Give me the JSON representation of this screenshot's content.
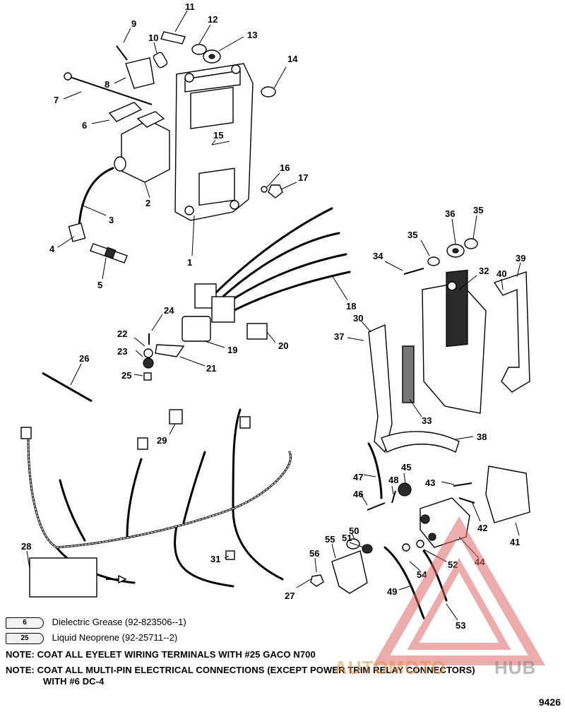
{
  "diagram": {
    "labels": [
      "1",
      "2",
      "3",
      "4",
      "5",
      "6",
      "7",
      "8",
      "9",
      "10",
      "11",
      "12",
      "13",
      "14",
      "15",
      "16",
      "17",
      "18",
      "19",
      "20",
      "21",
      "22",
      "23",
      "24",
      "25",
      "26",
      "27",
      "28",
      "29",
      "30",
      "31",
      "32",
      "33",
      "34",
      "35",
      "35",
      "36",
      "37",
      "38",
      "39",
      "40",
      "41",
      "42",
      "43",
      "44",
      "45",
      "46",
      "47",
      "48",
      "49",
      "50",
      "51",
      "52",
      "53",
      "54",
      "55",
      "56"
    ]
  },
  "legend": [
    {
      "tube": "6",
      "text": "Dielectric Grease (92-823506--1)"
    },
    {
      "tube": "25",
      "text": "Liquid Neoprene (92-25711--2)"
    }
  ],
  "notes": [
    "NOTE: COAT ALL EYELET WIRING TERMINALS WITH #25 GACO N700",
    "NOTE: COAT ALL MULTI-PIN ELECTRICAL CONNECTIONS (EXCEPT POWER TRIM RELAY CONNECTORS)",
    "WITH #6 DC-4"
  ],
  "figure_number": "9426",
  "watermark": {
    "left": "AUTOMOTO",
    "right": "HUB"
  }
}
